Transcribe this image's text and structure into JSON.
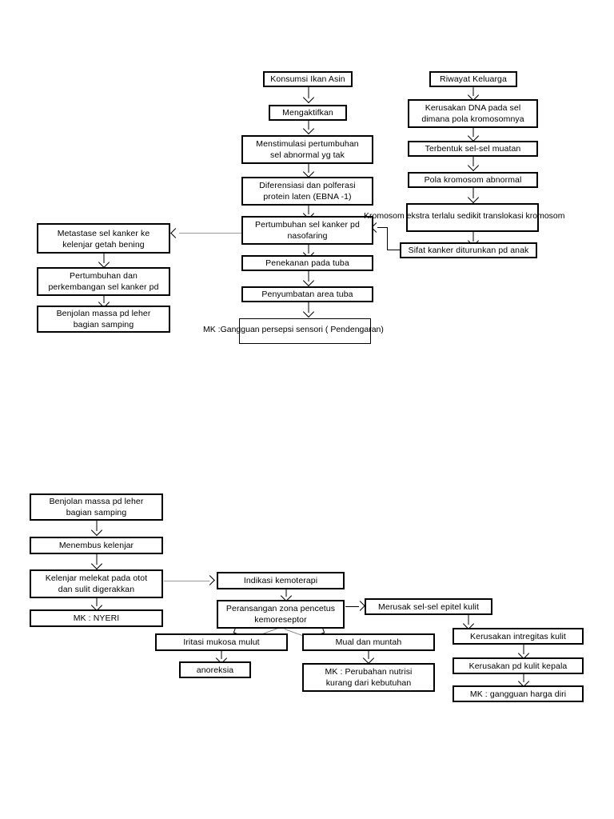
{
  "diagram": {
    "title": "Pathway concept map (nasopharyngeal carcinoma)",
    "top_chart": {
      "center_column": [
        {
          "id": "konsumsi",
          "label": "Konsumsi Ikan Asin"
        },
        {
          "id": "mengaktifkan",
          "label": "Mengaktifkan"
        },
        {
          "id": "menstimulasi",
          "label": "Menstimulasi pertumbuhan\nsel abnormal  yg tak"
        },
        {
          "id": "diferensiasi",
          "label": "Diferensiasi dan polferasi\nprotein laten (EBNA -1)"
        },
        {
          "id": "pertumbuhan-nasofaring",
          "label": "Pertumbuhan sel kanker pd\nnasofaring"
        },
        {
          "id": "penekanan",
          "label": "Penekanan pada tuba"
        },
        {
          "id": "penyumbatan",
          "label": "Penyumbatan area tuba"
        },
        {
          "id": "mk-pendengaran",
          "label": "MK :Gangguan persepsi sensori ( Pendengaran)"
        }
      ],
      "right_column": [
        {
          "id": "riwayat",
          "label": "Riwayat Keluarga"
        },
        {
          "id": "kerusakan-dna",
          "label": "Kerusakan DNA pada sel\ndimana pola kromosomnya"
        },
        {
          "id": "terbentuk",
          "label": "Terbentuk sel-sel muatan"
        },
        {
          "id": "pola-abnormal",
          "label": "Pola kromosom abnormal"
        },
        {
          "id": "kromosom-ekstra",
          "label": "Kromosom ekstra terlalu sedikit translokasi kromosom"
        },
        {
          "id": "sifat-kanker",
          "label": "Sifat kanker diturunkan pd anak"
        }
      ],
      "left_column": [
        {
          "id": "metastase",
          "label": "Metastase sel kanker ke\nkelenjar getah bening"
        },
        {
          "id": "pertumbuhan-perkembangan",
          "label": "Pertumbuhan dan\nperkembangan sel kanker pd"
        },
        {
          "id": "benjolan-1",
          "label": "Benjolan massa pd leher\nbagian samping"
        }
      ]
    },
    "bottom_chart": {
      "left_column": [
        {
          "id": "benjolan-2",
          "label": "Benjolan massa pd leher\nbagian samping"
        },
        {
          "id": "menembus",
          "label": "Menembus kelenjar"
        },
        {
          "id": "kelenjar-melekat",
          "label": "Kelenjar melekat pada otot\ndan sulit digerakkan"
        },
        {
          "id": "mk-nyeri",
          "label": "MK : NYERI"
        }
      ],
      "center_column": [
        {
          "id": "indikasi",
          "label": "Indikasi kemoterapi"
        },
        {
          "id": "peransangan",
          "label": "Peransangan zona pencetus\nkemoreseptor"
        },
        {
          "id": "iritasi",
          "label": "Iritasi mukosa mulut"
        },
        {
          "id": "anoreksia",
          "label": "anoreksia"
        },
        {
          "id": "mual",
          "label": "Mual dan muntah"
        },
        {
          "id": "mk-nutrisi",
          "label": "MK : Perubahan nutrisi\nkurang dari kebutuhan"
        }
      ],
      "right_column": [
        {
          "id": "merusak-epitel",
          "label": "Merusak sel-sel epitel kulit"
        },
        {
          "id": "kerusakan-intregitas",
          "label": "Kerusakan intregitas kulit"
        },
        {
          "id": "kerusakan-kulit-kepala",
          "label": "Kerusakan pd kulit kepala"
        },
        {
          "id": "mk-harga-diri",
          "label": "MK : gangguan harga diri"
        }
      ]
    },
    "colors": {
      "box_border": "#000000",
      "background": "#ffffff",
      "text": "#000000",
      "connector_light": "#9a9a9a"
    }
  }
}
